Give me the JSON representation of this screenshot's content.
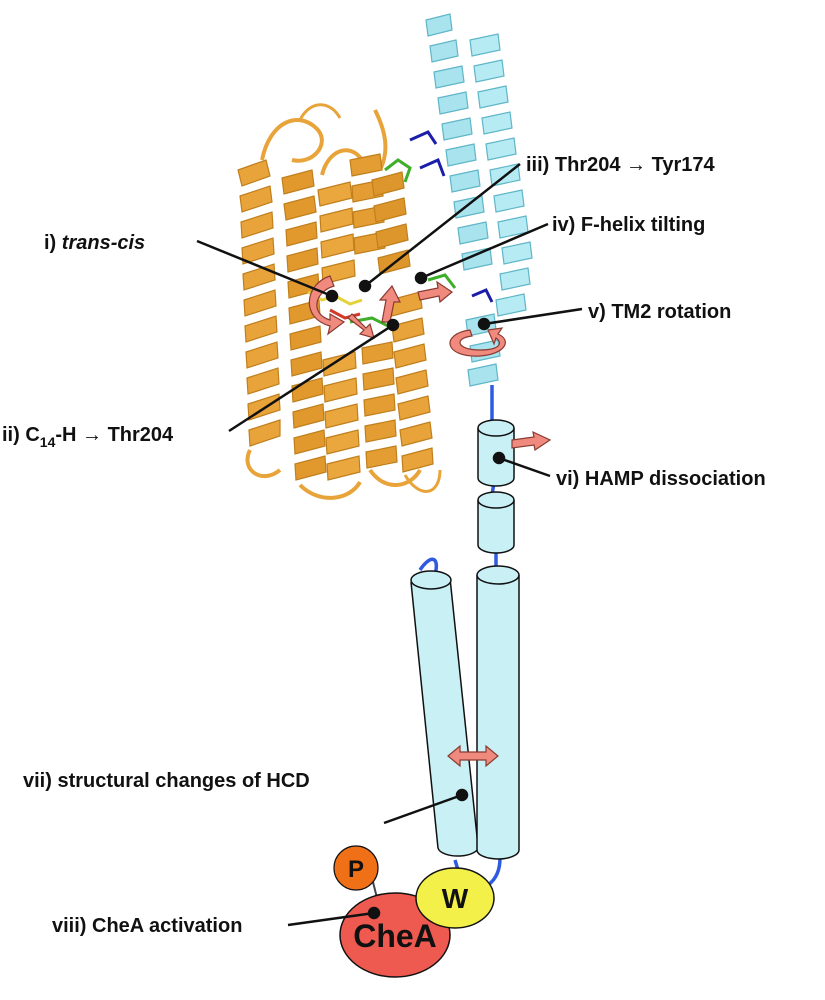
{
  "colors": {
    "protein_gold": "#e8a43a",
    "protein_gold_dark": "#c07f1c",
    "helix_cyan": "#a8e3ee",
    "helix_cyan_dark": "#5fb6c8",
    "cylinder_fill": "#c8f0f5",
    "linker_blue": "#2f5be0",
    "arrow_salmon": "#f08a7e",
    "residue_green": "#3fae2a",
    "residue_blue": "#1a1ea8",
    "chea_red": "#ee5a50",
    "w_yellow": "#f4f04a",
    "p_orange": "#f07018"
  },
  "labels": {
    "step1_prefix": "i) ",
    "step1_emph": "trans-cis",
    "step2_prefix": "ii) C",
    "step2_sub": "14",
    "step2_suffix": "-H → Thr204",
    "step3": "iii) Thr204 → Tyr174",
    "step4": "iv) F-helix tilting",
    "step5": "v) TM2 rotation",
    "step6": "vi) HAMP dissociation",
    "step7": "vii) structural changes of HCD",
    "step8": "viii) CheA activation"
  },
  "nodes": {
    "p": "P",
    "w": "W",
    "chea": "CheA"
  }
}
